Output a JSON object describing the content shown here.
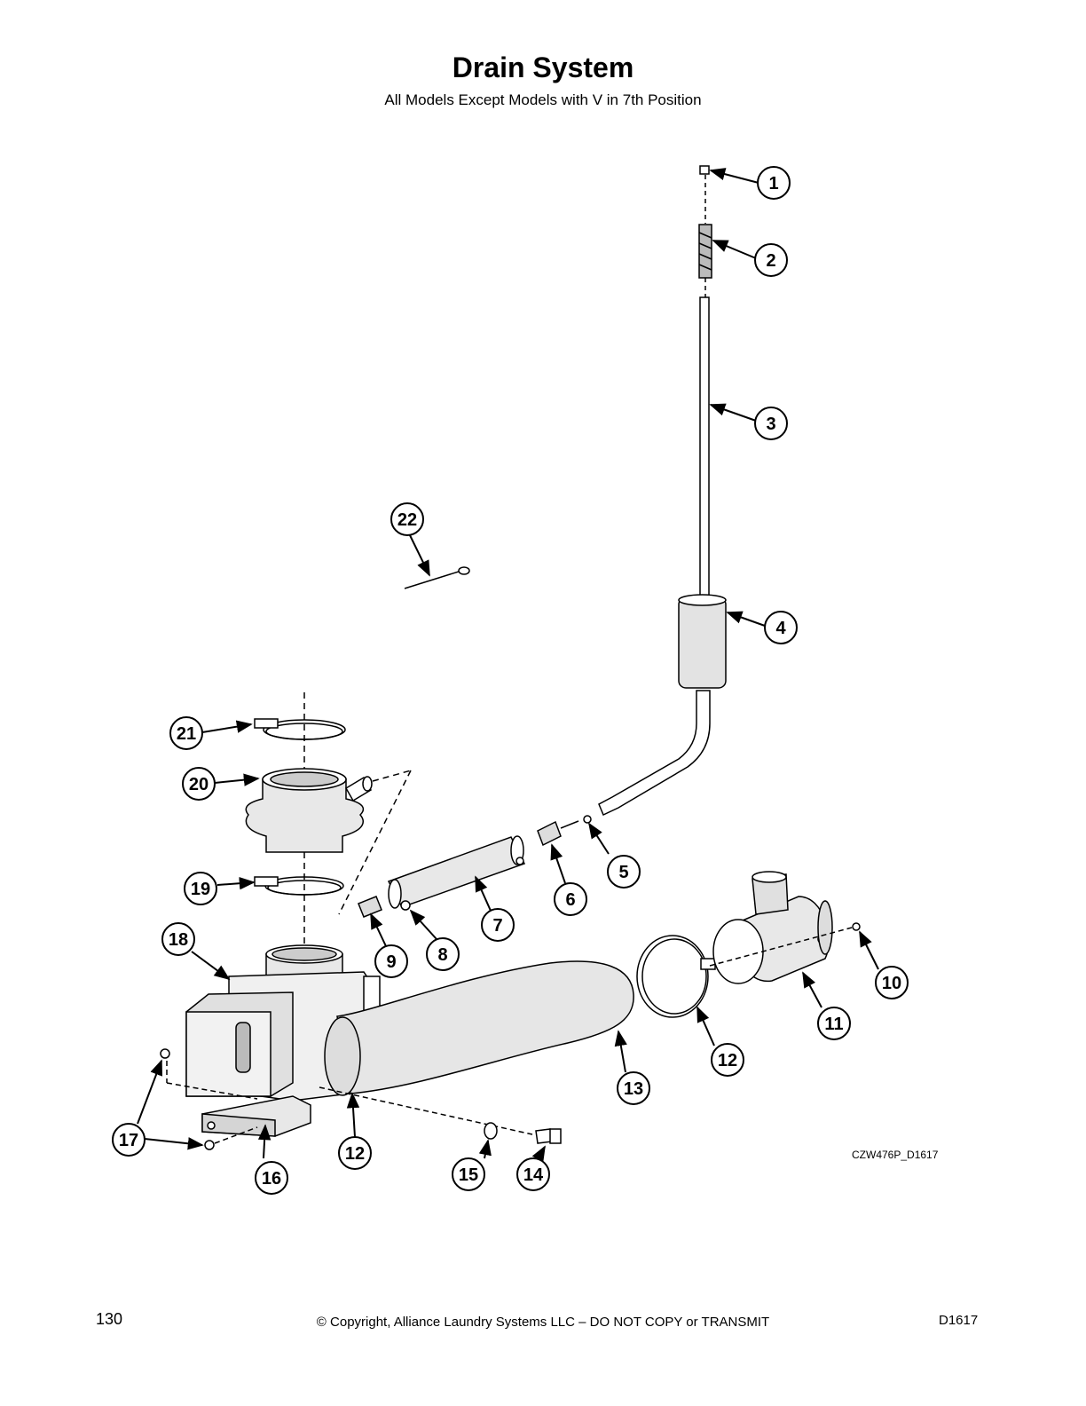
{
  "header": {
    "title": "Drain System",
    "subtitle": "All Models Except Models with V in 7th Position"
  },
  "diagram": {
    "reference_code": "CZW476P_D1617",
    "callouts": [
      "1",
      "2",
      "3",
      "4",
      "5",
      "6",
      "7",
      "8",
      "9",
      "10",
      "11",
      "12",
      "13",
      "12",
      "15",
      "14",
      "16",
      "17",
      "18",
      "19",
      "20",
      "21",
      "22"
    ]
  },
  "footer": {
    "page_number": "130",
    "copyright": "© Copyright, Alliance Laundry Systems LLC – DO NOT COPY or TRANSMIT",
    "doc_code": "D1617"
  }
}
